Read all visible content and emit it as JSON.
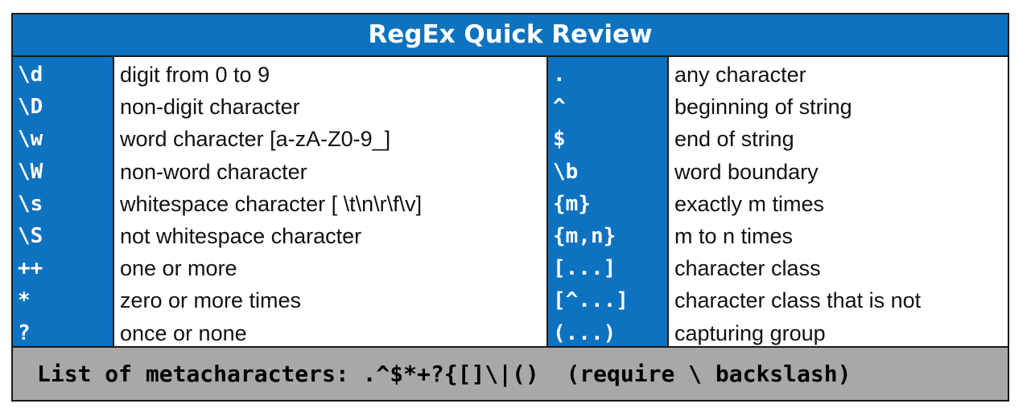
{
  "title": "RegEx Quick Review",
  "left_rows": [
    {
      "code": "\\d",
      "desc": "digit from 0 to 9"
    },
    {
      "code": "\\D",
      "desc": "non-digit character"
    },
    {
      "code": "\\w",
      "desc": "word character [a-zA-Z0-9_]"
    },
    {
      "code": "\\W",
      "desc": "non-word character"
    },
    {
      "code": "\\s",
      "desc": "whitespace character [ \\t\\n\\r\\f\\v]"
    },
    {
      "code": "\\S",
      "desc": "not whitespace character"
    },
    {
      "code": "++",
      "desc": "one or more"
    },
    {
      "code": "*",
      "desc": "zero or more times"
    },
    {
      "code": "?",
      "desc": "once or none"
    }
  ],
  "right_rows": [
    {
      "code": ".",
      "desc": "any character"
    },
    {
      "code": "^",
      "desc": "beginning of string"
    },
    {
      "code": "$",
      "desc": "end of string"
    },
    {
      "code": "\\b",
      "desc": "word boundary"
    },
    {
      "code": "{m}",
      "desc": "exactly m times"
    },
    {
      "code": "{m,n}",
      "desc": "m to n times"
    },
    {
      "code": "[...]",
      "desc": "character class"
    },
    {
      "code": "[^...]",
      "desc": "character class that is not"
    },
    {
      "code": "(...)",
      "desc": "capturing group"
    }
  ],
  "footer": "List of metacharacters: .^$*+?{[]\\|()  (require \\ backslash)",
  "colors": {
    "accent": "#0d72c0",
    "footer_bg": "#a8a8a8",
    "border": "#1a1a1a"
  }
}
